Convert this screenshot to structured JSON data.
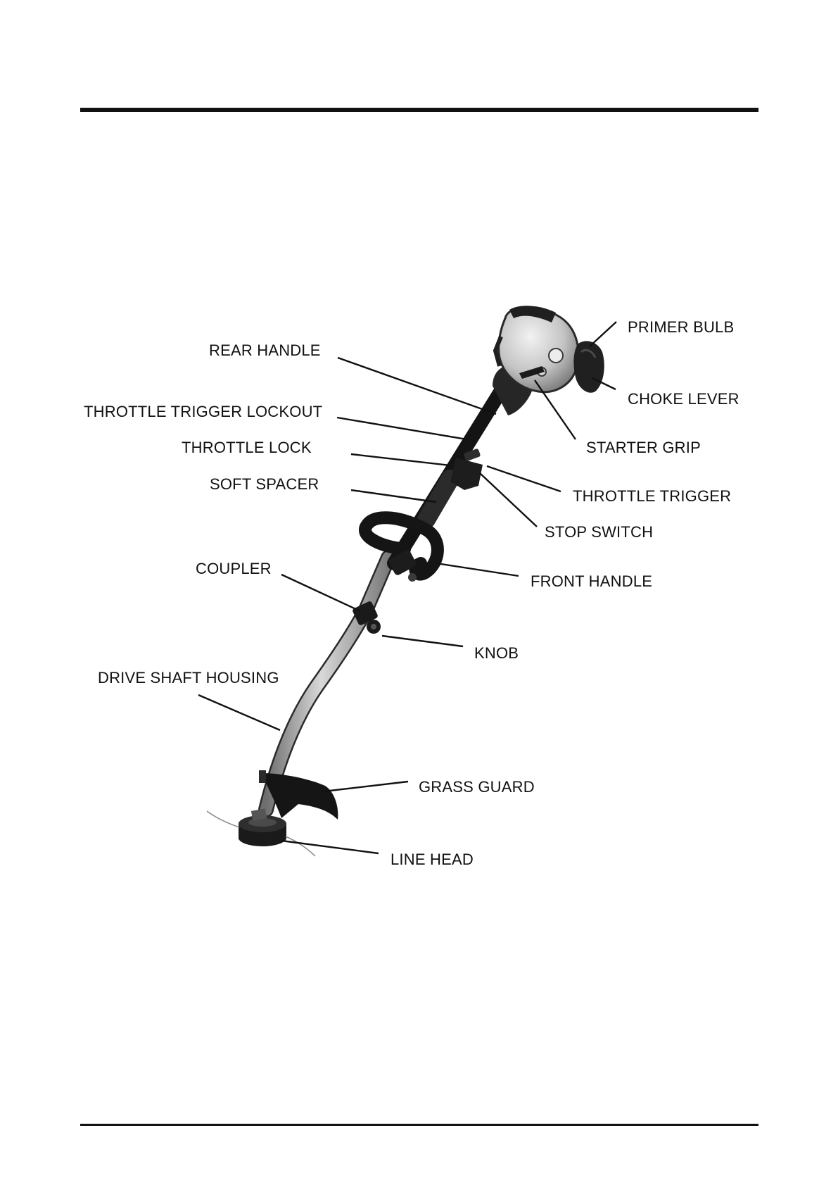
{
  "figure": {
    "labels": {
      "primer_bulb": "PRIMER BULB",
      "rear_handle": "REAR HANDLE",
      "choke_lever": "CHOKE LEVER",
      "throttle_trigger_lockout": "THROTTLE TRIGGER LOCKOUT",
      "starter_grip": "STARTER GRIP",
      "throttle_lock": "THROTTLE LOCK",
      "throttle_trigger": "THROTTLE TRIGGER",
      "soft_spacer": "SOFT SPACER",
      "stop_switch": "STOP SWITCH",
      "front_handle": "FRONT HANDLE",
      "coupler": "COUPLER",
      "knob": "KNOB",
      "drive_shaft_housing": "DRIVE SHAFT HOUSING",
      "grass_guard": "GRASS GUARD",
      "line_head": "LINE HEAD"
    }
  }
}
